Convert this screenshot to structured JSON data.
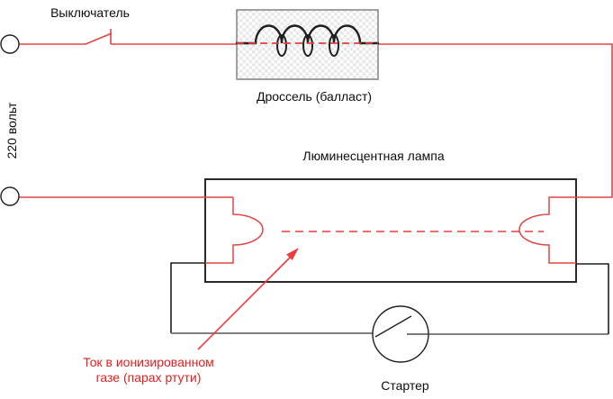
{
  "diagram": {
    "labels": {
      "switch": "Выключатель",
      "voltage": "220 вольт",
      "choke": "Дроссель (балласт)",
      "lamp": "Люминесцентная лампа",
      "starter": "Стартер",
      "current_annotation_line1": "Ток в ионизированном",
      "current_annotation_line2": "газе (парах ртути)"
    },
    "colors": {
      "wire_red": "#e04545",
      "dash_red": "#ef3b3b",
      "text_red": "#e02020",
      "wire_black": "#1f1f1f",
      "wire_gray": "#808080",
      "choke_border": "#828282",
      "checker_gray": "#e8e8e8"
    }
  }
}
